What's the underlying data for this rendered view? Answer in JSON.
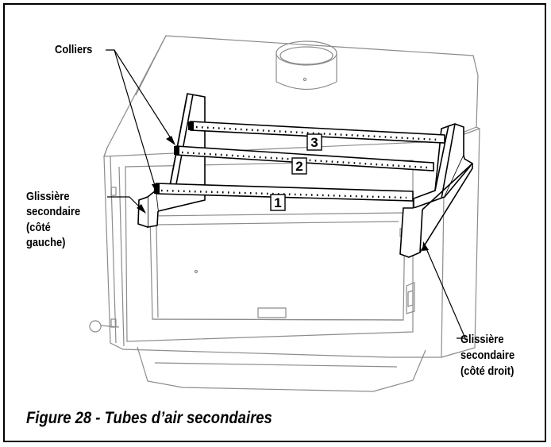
{
  "figure": {
    "caption": "Figure 28 - Tubes d’air secondaires"
  },
  "labels": {
    "colliers": "Colliers",
    "left_slide_line1": "Glissière",
    "left_slide_line2": "secondaire",
    "left_slide_line3": "(côté",
    "left_slide_line4": "gauche)",
    "right_slide_line1": "Glissière",
    "right_slide_line2": "secondaire",
    "right_slide_line3": "(côté droit)"
  },
  "tubes": [
    {
      "number": "1"
    },
    {
      "number": "2"
    },
    {
      "number": "3"
    }
  ],
  "colors": {
    "stroke": "#000000",
    "light_stroke": "#8c8c8c",
    "background": "#ffffff"
  }
}
